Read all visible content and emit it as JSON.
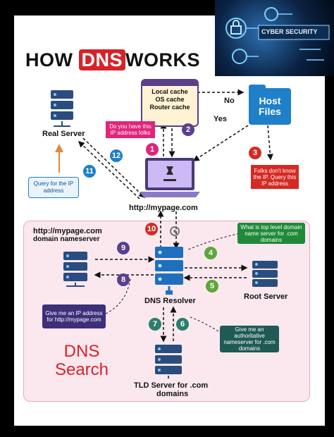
{
  "title": {
    "prefix": "HOW",
    "highlight": "DNS",
    "suffix": "WORKS"
  },
  "banner": {
    "text": "CYBER SECURITY"
  },
  "cache_box": {
    "lines": [
      "Local cache",
      "OS cache",
      "Router cache"
    ]
  },
  "host_files": {
    "label": "Host Files"
  },
  "arrow_labels": {
    "no": "No",
    "yes": "Yes"
  },
  "real_server": {
    "label": "Real Server"
  },
  "laptop": {
    "url": "http://mypage.com"
  },
  "notes": {
    "do_you_have_ip": "Do you have this IP address folks",
    "folks_dont_know": "Folks don't know the IP. Query this IP address",
    "query_for_ip": "Query for the IP address",
    "what_is_top_level": "What is top level domain name server for .com domains",
    "give_me_ip": "Give me an IP address for http://mypage.com",
    "give_me_auth": "Give me an authoritative nameserver for .com domains"
  },
  "nameserver": {
    "line1": "http://mypage.com",
    "line2": "domain nameserver"
  },
  "dns_resolver": {
    "label": "DNS Resolver"
  },
  "root_server": {
    "label": "Root Server"
  },
  "tld_server": {
    "line1": "TLD Server for .com",
    "line2": "domains"
  },
  "dns_search": {
    "line1": "DNS",
    "line2": "Search"
  },
  "steps": [
    "1",
    "2",
    "3",
    "4",
    "5",
    "6",
    "7",
    "8",
    "9",
    "10",
    "11",
    "12"
  ],
  "colors": {
    "pink": "#e0257a",
    "blue": "#1f7fc8",
    "red": "#d42a23",
    "green": "#5da63a",
    "purple": "#5a3f8a"
  }
}
